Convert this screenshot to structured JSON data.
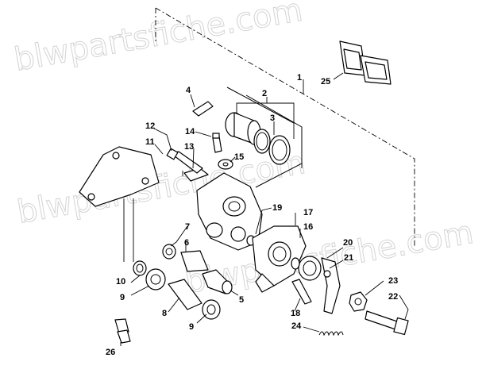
{
  "watermark": "blwpartsfiche.com",
  "callouts": [
    {
      "id": "1",
      "label": "1"
    },
    {
      "id": "2",
      "label": "2"
    },
    {
      "id": "3",
      "label": "3"
    },
    {
      "id": "4",
      "label": "4"
    },
    {
      "id": "5",
      "label": "5"
    },
    {
      "id": "6",
      "label": "6"
    },
    {
      "id": "7",
      "label": "7"
    },
    {
      "id": "8",
      "label": "8"
    },
    {
      "id": "9a",
      "label": "9"
    },
    {
      "id": "9b",
      "label": "9"
    },
    {
      "id": "10",
      "label": "10"
    },
    {
      "id": "11",
      "label": "11"
    },
    {
      "id": "12",
      "label": "12"
    },
    {
      "id": "13",
      "label": "13"
    },
    {
      "id": "14",
      "label": "14"
    },
    {
      "id": "15",
      "label": "15"
    },
    {
      "id": "16",
      "label": "16"
    },
    {
      "id": "17",
      "label": "17"
    },
    {
      "id": "18",
      "label": "18"
    },
    {
      "id": "19",
      "label": "19"
    },
    {
      "id": "20",
      "label": "20"
    },
    {
      "id": "21",
      "label": "21"
    },
    {
      "id": "22",
      "label": "22"
    },
    {
      "id": "23",
      "label": "23"
    },
    {
      "id": "24",
      "label": "24"
    },
    {
      "id": "25",
      "label": "25"
    },
    {
      "id": "26",
      "label": "26"
    }
  ]
}
